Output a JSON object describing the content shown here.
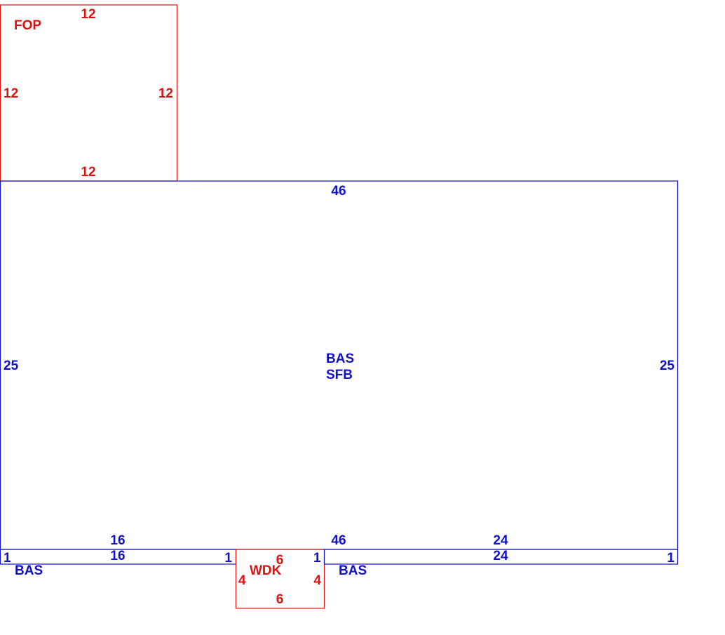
{
  "colors": {
    "bas": "#1010c8",
    "other": "#e01010"
  },
  "areas": [
    {
      "code": "FOP",
      "color_key": "other",
      "labels": [
        "FOP"
      ],
      "dimensions": {
        "top": "12",
        "left": "12",
        "right": "12",
        "bottom": "12"
      }
    },
    {
      "code": "BAS",
      "color_key": "bas",
      "labels": [
        "BAS",
        "SFB"
      ],
      "dimensions": {
        "top": "46",
        "left": "25",
        "right": "25",
        "bottom": "46"
      }
    },
    {
      "code": "BAS",
      "color_key": "bas",
      "labels": [
        "BAS"
      ],
      "dimensions": {
        "top": "16",
        "bottom": "16",
        "left": "1",
        "right": "1"
      }
    },
    {
      "code": "WDK",
      "color_key": "other",
      "labels": [
        "WDK"
      ],
      "dimensions": {
        "top": "6",
        "left": "4",
        "right": "4",
        "bottom": "6"
      }
    },
    {
      "code": "BAS",
      "color_key": "bas",
      "labels": [
        "BAS"
      ],
      "dimensions": {
        "top": "24",
        "bottom": "24",
        "left": "1",
        "right": "1"
      }
    }
  ]
}
